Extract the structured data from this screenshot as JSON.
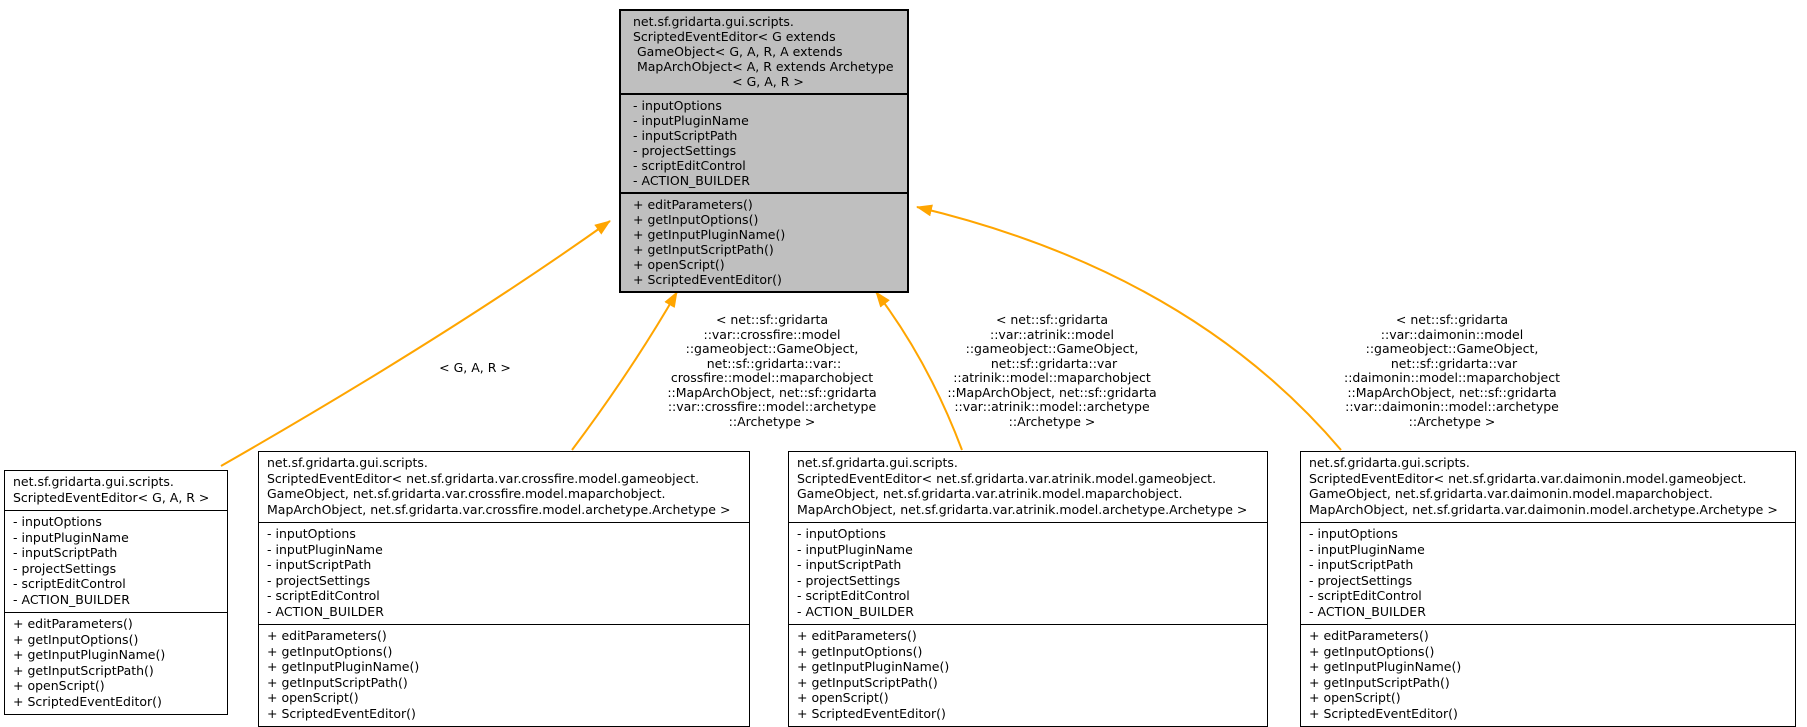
{
  "colors": {
    "arrow": "#FFA500",
    "base_class_fill": "#BFBFBF",
    "derived_class_fill": "#FFFFFF",
    "border": "#000000",
    "text": "#000000"
  },
  "classes": {
    "base": {
      "title_lines": [
        "net.sf.gridarta.gui.scripts.",
        "ScriptedEventEditor< G extends",
        " GameObject< G, A, R, A extends",
        " MapArchObject< A, R extends Archetype"
      ],
      "title_suffix": "< G, A, R >",
      "attributes": [
        "- inputOptions",
        "- inputPluginName",
        "- inputScriptPath",
        "- projectSettings",
        "- scriptEditControl",
        "- ACTION_BUILDER"
      ],
      "methods": [
        "+ editParameters()",
        "+ getInputOptions()",
        "+ getInputPluginName()",
        "+ getInputScriptPath()",
        "+ openScript()",
        "+ ScriptedEventEditor()"
      ]
    },
    "generic": {
      "title_lines": [
        "net.sf.gridarta.gui.scripts.",
        "ScriptedEventEditor< G, A, R >"
      ],
      "attributes": [
        "- inputOptions",
        "- inputPluginName",
        "- inputScriptPath",
        "- projectSettings",
        "- scriptEditControl",
        "- ACTION_BUILDER"
      ],
      "methods": [
        "+ editParameters()",
        "+ getInputOptions()",
        "+ getInputPluginName()",
        "+ getInputScriptPath()",
        "+ openScript()",
        "+ ScriptedEventEditor()"
      ]
    },
    "crossfire": {
      "title_lines": [
        "net.sf.gridarta.gui.scripts.",
        "ScriptedEventEditor< net.sf.gridarta.var.crossfire.model.gameobject.",
        "GameObject, net.sf.gridarta.var.crossfire.model.maparchobject.",
        "MapArchObject, net.sf.gridarta.var.crossfire.model.archetype.Archetype >"
      ],
      "attributes": [
        "- inputOptions",
        "- inputPluginName",
        "- inputScriptPath",
        "- projectSettings",
        "- scriptEditControl",
        "- ACTION_BUILDER"
      ],
      "methods": [
        "+ editParameters()",
        "+ getInputOptions()",
        "+ getInputPluginName()",
        "+ getInputScriptPath()",
        "+ openScript()",
        "+ ScriptedEventEditor()"
      ]
    },
    "atrinik": {
      "title_lines": [
        "net.sf.gridarta.gui.scripts.",
        "ScriptedEventEditor< net.sf.gridarta.var.atrinik.model.gameobject.",
        "GameObject, net.sf.gridarta.var.atrinik.model.maparchobject.",
        "MapArchObject, net.sf.gridarta.var.atrinik.model.archetype.Archetype >"
      ],
      "attributes": [
        "- inputOptions",
        "- inputPluginName",
        "- inputScriptPath",
        "- projectSettings",
        "- scriptEditControl",
        "- ACTION_BUILDER"
      ],
      "methods": [
        "+ editParameters()",
        "+ getInputOptions()",
        "+ getInputPluginName()",
        "+ getInputScriptPath()",
        "+ openScript()",
        "+ ScriptedEventEditor()"
      ]
    },
    "daimonin": {
      "title_lines": [
        "net.sf.gridarta.gui.scripts.",
        "ScriptedEventEditor< net.sf.gridarta.var.daimonin.model.gameobject.",
        "GameObject, net.sf.gridarta.var.daimonin.model.maparchobject.",
        "MapArchObject, net.sf.gridarta.var.daimonin.model.archetype.Archetype >"
      ],
      "attributes": [
        "- inputOptions",
        "- inputPluginName",
        "- inputScriptPath",
        "- projectSettings",
        "- scriptEditControl",
        "- ACTION_BUILDER"
      ],
      "methods": [
        "+ editParameters()",
        "+ getInputOptions()",
        "+ getInputPluginName()",
        "+ getInputScriptPath()",
        "+ openScript()",
        "+ ScriptedEventEditor()"
      ]
    }
  },
  "edge_labels": {
    "generic": [
      "< G, A, R >"
    ],
    "crossfire": [
      "< net::sf::gridarta",
      "::var::crossfire::model",
      "::gameobject::GameObject,",
      " net::sf::gridarta::var::",
      "crossfire::model::maparchobject",
      "::MapArchObject, net::sf::gridarta",
      "::var::crossfire::model::archetype",
      "::Archetype >"
    ],
    "atrinik": [
      "< net::sf::gridarta",
      "::var::atrinik::model",
      "::gameobject::GameObject,",
      " net::sf::gridarta::var",
      "::atrinik::model::maparchobject",
      "::MapArchObject, net::sf::gridarta",
      "::var::atrinik::model::archetype",
      "::Archetype >"
    ],
    "daimonin": [
      "< net::sf::gridarta",
      "::var::daimonin::model",
      "::gameobject::GameObject,",
      " net::sf::gridarta::var",
      "::daimonin::model::maparchobject",
      "::MapArchObject, net::sf::gridarta",
      "::var::daimonin::model::archetype",
      "::Archetype >"
    ]
  }
}
